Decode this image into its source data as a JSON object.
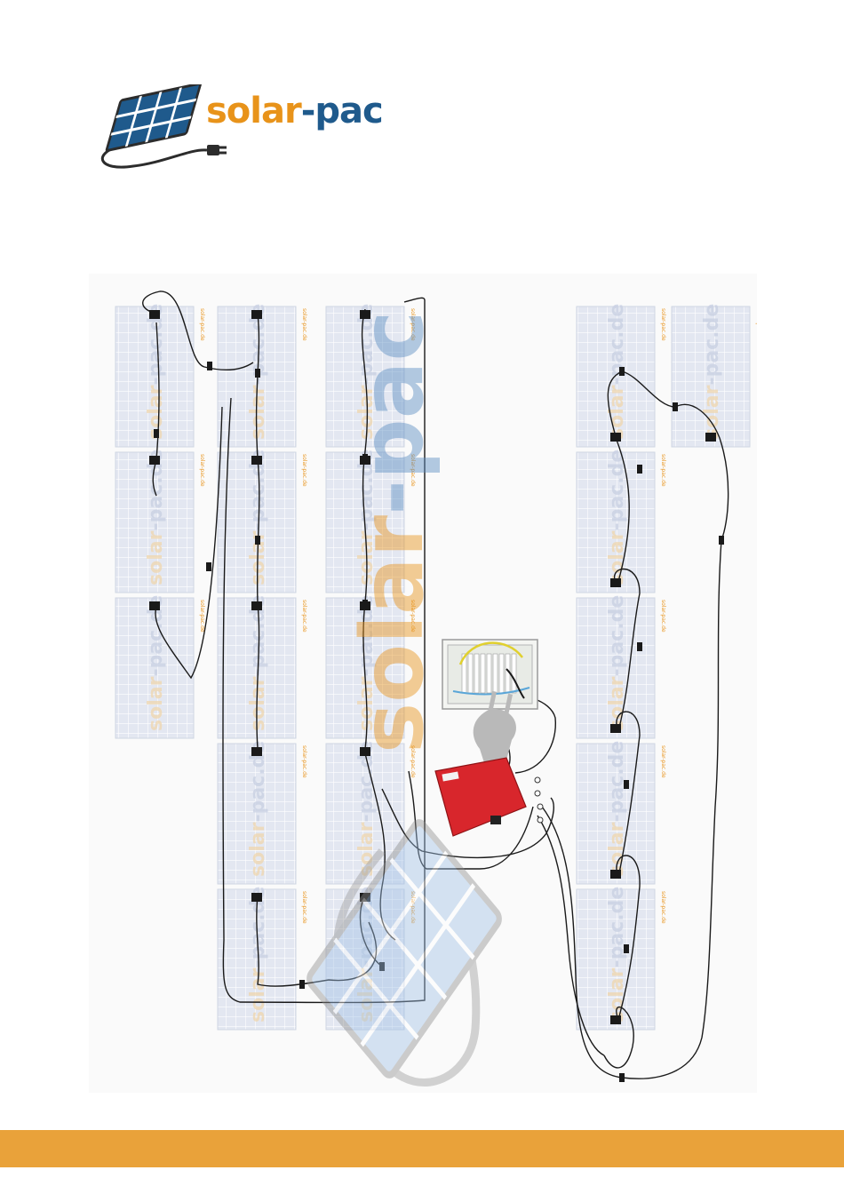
{
  "brand": {
    "name_part1": "solar",
    "dash": "-",
    "name_part2": "pac",
    "watermark": "solar-pac",
    "panel_label": "solar-pac.de",
    "panel_wm_a": "solar",
    "panel_wm_b": "-pac.de"
  },
  "colors": {
    "orange": "#e8931a",
    "blue": "#1f5a8c",
    "footer": "#e9a23a",
    "inverter": "#d8262c",
    "panel": "#dfe4f0"
  },
  "diagram": {
    "left_array_columns": [
      3,
      5,
      5
    ],
    "right_array_columns": [
      5,
      1
    ],
    "components": [
      "solar-panels",
      "distribution-box",
      "plug",
      "inverter",
      "cables"
    ]
  }
}
